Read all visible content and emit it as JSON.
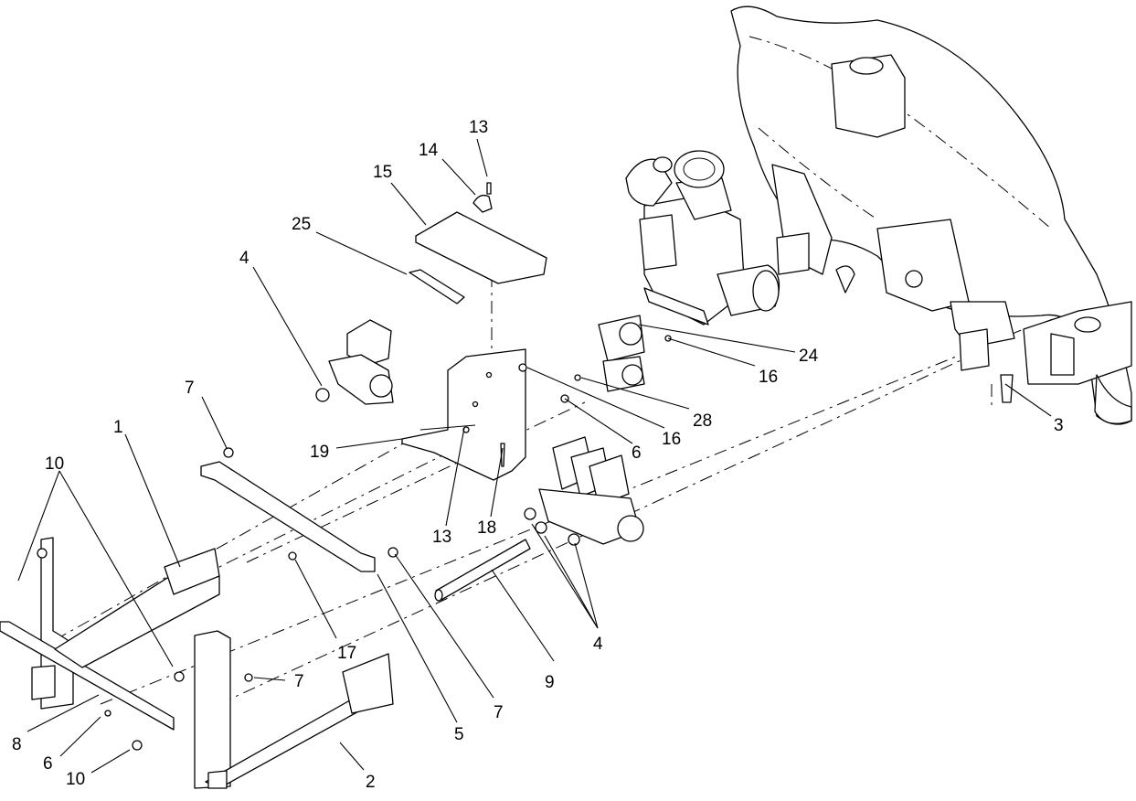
{
  "diagram": {
    "callouts": [
      {
        "id": "c13a",
        "text": "13"
      },
      {
        "id": "c14",
        "text": "14"
      },
      {
        "id": "c15",
        "text": "15"
      },
      {
        "id": "c25",
        "text": "25"
      },
      {
        "id": "c4a",
        "text": "4"
      },
      {
        "id": "c24",
        "text": "24"
      },
      {
        "id": "c16a",
        "text": "16"
      },
      {
        "id": "c28",
        "text": "28"
      },
      {
        "id": "c16b",
        "text": "16"
      },
      {
        "id": "c3",
        "text": "3"
      },
      {
        "id": "c7a",
        "text": "7"
      },
      {
        "id": "c1",
        "text": "1"
      },
      {
        "id": "c10a",
        "text": "10"
      },
      {
        "id": "c19",
        "text": "19"
      },
      {
        "id": "c6a",
        "text": "6"
      },
      {
        "id": "c13b",
        "text": "13"
      },
      {
        "id": "c18",
        "text": "18"
      },
      {
        "id": "c17",
        "text": "17"
      },
      {
        "id": "c7b",
        "text": "7"
      },
      {
        "id": "c4b",
        "text": "4"
      },
      {
        "id": "c9",
        "text": "9"
      },
      {
        "id": "c7c",
        "text": "7"
      },
      {
        "id": "c5",
        "text": "5"
      },
      {
        "id": "c8",
        "text": "8"
      },
      {
        "id": "c6b",
        "text": "6"
      },
      {
        "id": "c10b",
        "text": "10"
      },
      {
        "id": "c2",
        "text": "2"
      }
    ]
  }
}
